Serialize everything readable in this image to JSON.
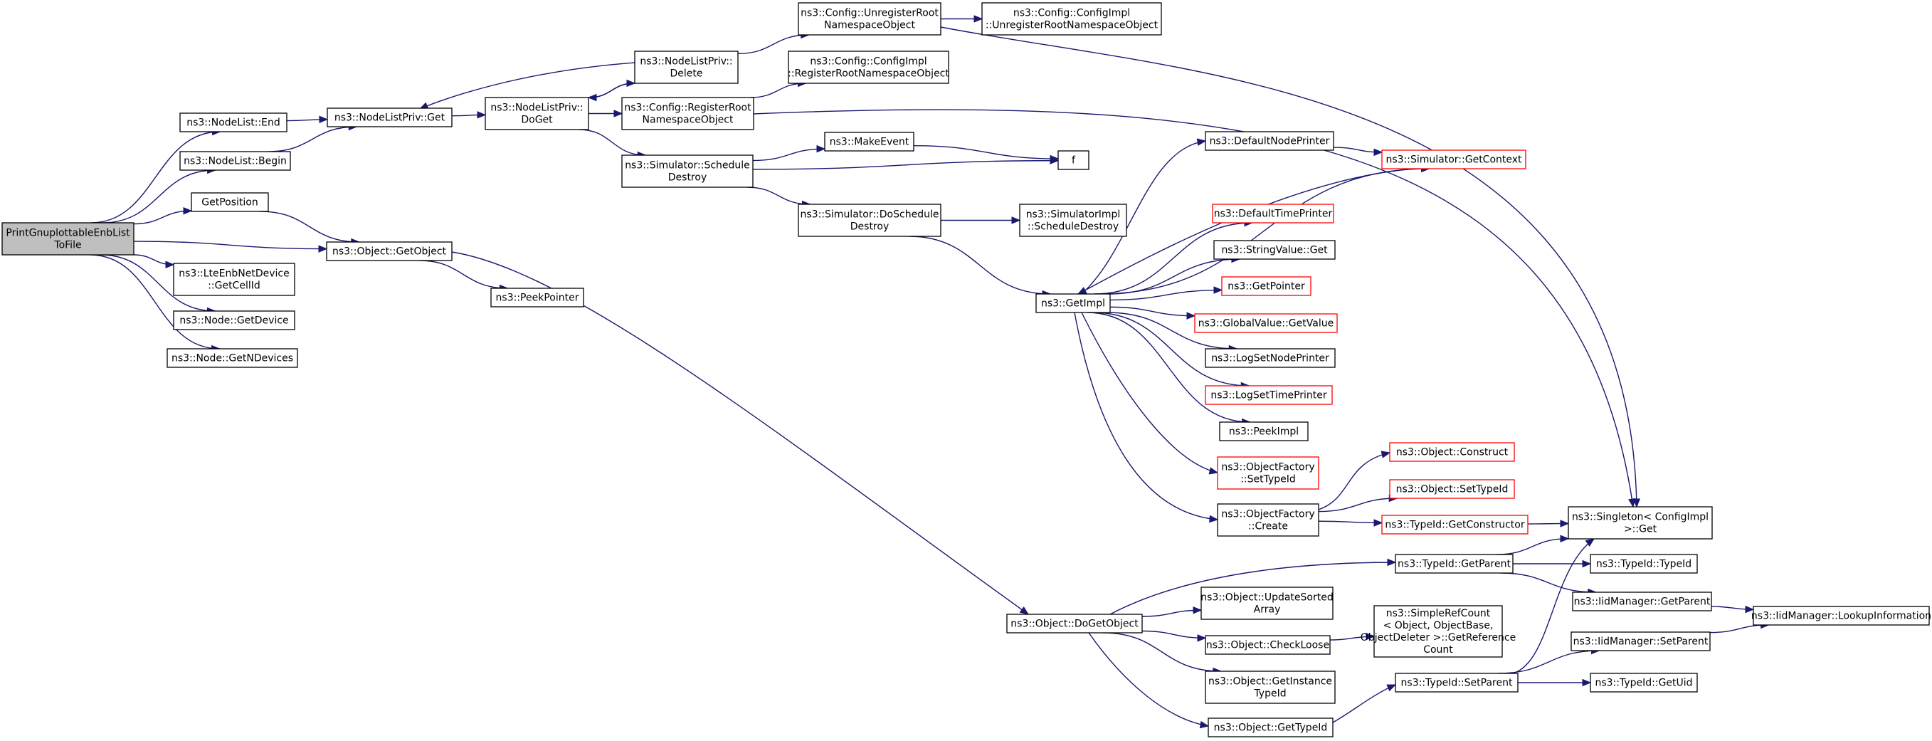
{
  "graph": {
    "colors": {
      "edge": "#191970",
      "node_border": "#000000",
      "truncated_border": "#ff0000",
      "root_fill": "#bfbfbf",
      "background": "#ffffff"
    },
    "nodes": [
      {
        "id": "root",
        "lines": [
          "PrintGnuplottableEnbList",
          "ToFile"
        ],
        "style": "root"
      },
      {
        "id": "nlend",
        "lines": [
          "ns3::NodeList::End"
        ]
      },
      {
        "id": "nlbegin",
        "lines": [
          "ns3::NodeList::Begin"
        ]
      },
      {
        "id": "getpos",
        "lines": [
          "GetPosition"
        ]
      },
      {
        "id": "getobj",
        "lines": [
          "ns3::Object::GetObject"
        ]
      },
      {
        "id": "getcellid",
        "lines": [
          "ns3::LteEnbNetDevice",
          "::GetCellId"
        ]
      },
      {
        "id": "getdevice",
        "lines": [
          "ns3::Node::GetDevice"
        ]
      },
      {
        "id": "getndev",
        "lines": [
          "ns3::Node::GetNDevices"
        ]
      },
      {
        "id": "nlpget",
        "lines": [
          "ns3::NodeListPriv::Get"
        ]
      },
      {
        "id": "peekptr",
        "lines": [
          "ns3::PeekPointer"
        ]
      },
      {
        "id": "nlpdoget",
        "lines": [
          "ns3::NodeListPriv::",
          "DoGet"
        ]
      },
      {
        "id": "nlpdelete",
        "lines": [
          "ns3::NodeListPriv::",
          "Delete"
        ]
      },
      {
        "id": "cfgregister",
        "lines": [
          "ns3::Config::RegisterRoot",
          "NamespaceObject"
        ]
      },
      {
        "id": "simsched",
        "lines": [
          "ns3::Simulator::Schedule",
          "Destroy"
        ]
      },
      {
        "id": "cfgunregister",
        "lines": [
          "ns3::Config::UnregisterRoot",
          "NamespaceObject"
        ]
      },
      {
        "id": "cfgimplunreg",
        "lines": [
          "ns3::Config::ConfigImpl",
          "::UnregisterRootNamespaceObject"
        ]
      },
      {
        "id": "cfgimplreg",
        "lines": [
          "ns3::Config::ConfigImpl",
          "::RegisterRootNamespaceObject"
        ]
      },
      {
        "id": "makeevent",
        "lines": [
          "ns3::MakeEvent"
        ]
      },
      {
        "id": "f",
        "lines": [
          "f"
        ]
      },
      {
        "id": "simdosched",
        "lines": [
          "ns3::Simulator::DoSchedule",
          "Destroy"
        ]
      },
      {
        "id": "simimplsched",
        "lines": [
          "ns3::SimulatorImpl",
          "::ScheduleDestroy"
        ]
      },
      {
        "id": "getimpl",
        "lines": [
          "ns3::GetImpl"
        ]
      },
      {
        "id": "defnodeprinter",
        "lines": [
          "ns3::DefaultNodePrinter"
        ]
      },
      {
        "id": "simgetctx",
        "lines": [
          "ns3::Simulator::GetContext"
        ],
        "style": "trunc"
      },
      {
        "id": "deftimeprinter",
        "lines": [
          "ns3::DefaultTimePrinter"
        ],
        "style": "trunc"
      },
      {
        "id": "strvalget",
        "lines": [
          "ns3::StringValue::Get"
        ]
      },
      {
        "id": "getpointer",
        "lines": [
          "ns3::GetPointer"
        ],
        "style": "trunc"
      },
      {
        "id": "globalvalget",
        "lines": [
          "ns3::GlobalValue::GetValue"
        ],
        "style": "trunc"
      },
      {
        "id": "logsetnode",
        "lines": [
          "ns3::LogSetNodePrinter"
        ]
      },
      {
        "id": "logsettime",
        "lines": [
          "ns3::LogSetTimePrinter"
        ],
        "style": "trunc"
      },
      {
        "id": "peekimpl",
        "lines": [
          "ns3::PeekImpl"
        ]
      },
      {
        "id": "ofsettypeid",
        "lines": [
          "ns3::ObjectFactory",
          "::SetTypeId"
        ],
        "style": "trunc"
      },
      {
        "id": "ofcreate",
        "lines": [
          "ns3::ObjectFactory",
          "::Create"
        ]
      },
      {
        "id": "objconstruct",
        "lines": [
          "ns3::Object::Construct"
        ],
        "style": "trunc"
      },
      {
        "id": "objsettypeid",
        "lines": [
          "ns3::Object::SetTypeId"
        ],
        "style": "trunc"
      },
      {
        "id": "tidgetctor",
        "lines": [
          "ns3::TypeId::GetConstructor"
        ],
        "style": "trunc"
      },
      {
        "id": "singleton",
        "lines": [
          "ns3::Singleton< ConfigImpl",
          " >::Get"
        ]
      },
      {
        "id": "tidgetparent",
        "lines": [
          "ns3::TypeId::GetParent"
        ]
      },
      {
        "id": "tidtypeid",
        "lines": [
          "ns3::TypeId::TypeId"
        ]
      },
      {
        "id": "iidgetparent",
        "lines": [
          "ns3::IidManager::GetParent"
        ]
      },
      {
        "id": "iidlookup",
        "lines": [
          "ns3::IidManager::LookupInformation"
        ]
      },
      {
        "id": "dogetobj",
        "lines": [
          "ns3::Object::DoGetObject"
        ]
      },
      {
        "id": "updsorted",
        "lines": [
          "ns3::Object::UpdateSorted",
          "Array"
        ]
      },
      {
        "id": "checkloose",
        "lines": [
          "ns3::Object::CheckLoose"
        ]
      },
      {
        "id": "simplerefcount",
        "lines": [
          "ns3::SimpleRefCount",
          "< Object, ObjectBase,",
          " ObjectDeleter >::GetReference",
          "Count"
        ]
      },
      {
        "id": "getinstance",
        "lines": [
          "ns3::Object::GetInstance",
          "TypeId"
        ]
      },
      {
        "id": "gettypeid",
        "lines": [
          "ns3::Object::GetTypeId"
        ]
      },
      {
        "id": "tidsetparent",
        "lines": [
          "ns3::TypeId::SetParent"
        ]
      },
      {
        "id": "iidsetparent",
        "lines": [
          "ns3::IidManager::SetParent"
        ]
      },
      {
        "id": "tidgetuid",
        "lines": [
          "ns3::TypeId::GetUid"
        ]
      }
    ],
    "edges": [
      [
        "root",
        "nlend"
      ],
      [
        "root",
        "nlbegin"
      ],
      [
        "root",
        "getpos"
      ],
      [
        "root",
        "getobj"
      ],
      [
        "root",
        "getcellid"
      ],
      [
        "root",
        "getdevice"
      ],
      [
        "root",
        "getndev"
      ],
      [
        "nlend",
        "nlpget"
      ],
      [
        "nlbegin",
        "nlpget"
      ],
      [
        "getpos",
        "getobj"
      ],
      [
        "getobj",
        "peekptr"
      ],
      [
        "getobj",
        "dogetobj"
      ],
      [
        "nlpget",
        "nlpdoget"
      ],
      [
        "nlpdoget",
        "nlpdelete"
      ],
      [
        "nlpdelete",
        "nlpget"
      ],
      [
        "nlpdelete",
        "nlpdoget"
      ],
      [
        "nlpdoget",
        "cfgregister"
      ],
      [
        "nlpdoget",
        "simsched"
      ],
      [
        "nlpdelete",
        "cfgunregister"
      ],
      [
        "cfgunregister",
        "cfgimplunreg"
      ],
      [
        "cfgunregister",
        "singleton"
      ],
      [
        "cfgregister",
        "cfgimplreg"
      ],
      [
        "cfgregister",
        "singleton"
      ],
      [
        "simsched",
        "makeevent"
      ],
      [
        "simsched",
        "f"
      ],
      [
        "makeevent",
        "f"
      ],
      [
        "simsched",
        "simdosched"
      ],
      [
        "simdosched",
        "simimplsched"
      ],
      [
        "simdosched",
        "getimpl"
      ],
      [
        "getimpl",
        "defnodeprinter"
      ],
      [
        "getimpl",
        "simgetctx"
      ],
      [
        "defnodeprinter",
        "simgetctx"
      ],
      [
        "simgetctx",
        "getimpl"
      ],
      [
        "getimpl",
        "deftimeprinter"
      ],
      [
        "getimpl",
        "strvalget"
      ],
      [
        "getimpl",
        "getpointer"
      ],
      [
        "getimpl",
        "globalvalget"
      ],
      [
        "getimpl",
        "logsetnode"
      ],
      [
        "getimpl",
        "logsettime"
      ],
      [
        "getimpl",
        "peekimpl"
      ],
      [
        "getimpl",
        "ofsettypeid"
      ],
      [
        "getimpl",
        "ofcreate"
      ],
      [
        "ofcreate",
        "objconstruct"
      ],
      [
        "ofcreate",
        "objsettypeid"
      ],
      [
        "ofcreate",
        "tidgetctor"
      ],
      [
        "tidgetctor",
        "singleton"
      ],
      [
        "dogetobj",
        "tidgetparent"
      ],
      [
        "dogetobj",
        "updsorted"
      ],
      [
        "dogetobj",
        "checkloose"
      ],
      [
        "dogetobj",
        "getinstance"
      ],
      [
        "dogetobj",
        "gettypeid"
      ],
      [
        "checkloose",
        "simplerefcount"
      ],
      [
        "gettypeid",
        "tidsetparent"
      ],
      [
        "tidgetparent",
        "singleton"
      ],
      [
        "tidgetparent",
        "tidtypeid"
      ],
      [
        "tidgetparent",
        "iidgetparent"
      ],
      [
        "iidgetparent",
        "iidlookup"
      ],
      [
        "tidsetparent",
        "singleton"
      ],
      [
        "tidsetparent",
        "iidsetparent"
      ],
      [
        "tidsetparent",
        "tidgetuid"
      ],
      [
        "iidsetparent",
        "iidlookup"
      ]
    ]
  }
}
